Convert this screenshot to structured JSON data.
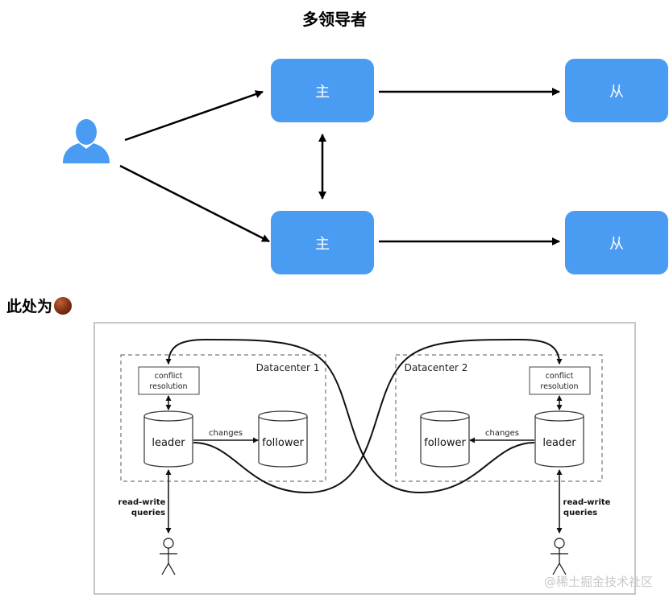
{
  "title": "多领导者",
  "top_diagram": {
    "leader_label": "主",
    "follower_label": "从",
    "node_color": "#4a9cf2"
  },
  "caption": "此处为",
  "bottom_diagram": {
    "datacenter1": "Datacenter 1",
    "datacenter2": "Datacenter 2",
    "conflict_line1": "conflict",
    "conflict_line2": "resolution",
    "leader": "leader",
    "follower": "follower",
    "changes": "changes",
    "query_line1": "read-write",
    "query_line2": "queries"
  },
  "watermark": "@稀土掘金技术社区"
}
